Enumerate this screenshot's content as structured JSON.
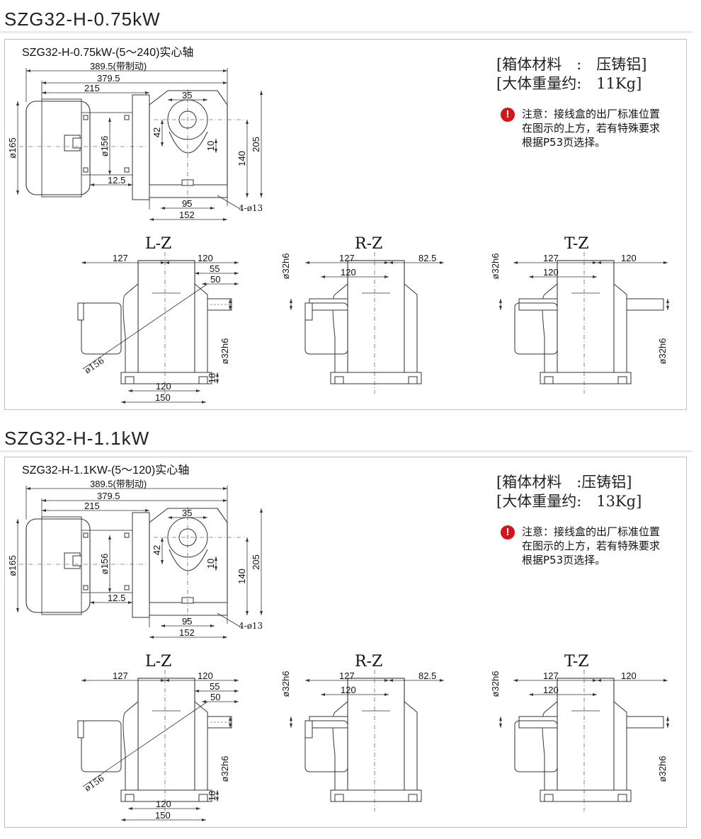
{
  "sections": [
    {
      "title": "SZG32-H-0.75kW",
      "drawing_title": "SZG32-H-0.75kW-(5～240)实心轴",
      "spec_material": "[箱体材料　:　压铸铝]",
      "spec_weight": "[大体重量约:　11Kg]",
      "note": "注意：接线盒的出厂标准位置在图示的上方，若有特殊要求根据P53页选择。",
      "dims_main": {
        "total_brake": "389.5(带制动)",
        "total": "379.5",
        "d215": "215",
        "d35": "35",
        "d42": "42",
        "d10": "10",
        "d140": "140",
        "d205": "205",
        "d165": "ø165",
        "d156": "ø156",
        "d12_5": "12.5",
        "d95": "95",
        "d152": "152",
        "holes": "4-ø13"
      },
      "views": {
        "lz": {
          "label": "L-Z",
          "d127": "127",
          "d120": "120",
          "d55": "55",
          "d50": "50",
          "d156": "ø156",
          "d32": "ø32h6",
          "d18": "18",
          "d120b": "120",
          "d150": "150"
        },
        "rz": {
          "label": "R-Z",
          "d127": "127",
          "d82": "82.5",
          "d120": "120",
          "d32": "ø32h6"
        },
        "tz": {
          "label": "T-Z",
          "d127": "127",
          "d120a": "120",
          "d120b": "120",
          "d32a": "ø32h6",
          "d32b": "ø32h6"
        }
      }
    },
    {
      "title": "SZG32-H-1.1kW",
      "drawing_title": "SZG32-H-1.1KW-(5～120)实心轴",
      "spec_material": "[箱体材料　:压铸铝]",
      "spec_weight": "[大体重量约:　13Kg]",
      "note": "注意：接线盒的出厂标准位置在图示的上方，若有特殊要求根据P53页选择。",
      "dims_main": {
        "total_brake": "389.5(带制动)",
        "total": "379.5",
        "d215": "215",
        "d35": "35",
        "d42": "42",
        "d10": "10",
        "d140": "140",
        "d205": "205",
        "d165": "ø165",
        "d156": "ø156",
        "d12_5": "12.5",
        "d95": "95",
        "d152": "152",
        "holes": "4-ø13"
      },
      "views": {
        "lz": {
          "label": "L-Z",
          "d127": "127",
          "d120": "120",
          "d55": "55",
          "d50": "50",
          "d156": "ø156",
          "d32": "ø32h6",
          "d18": "18",
          "d120b": "120",
          "d150": "150"
        },
        "rz": {
          "label": "R-Z",
          "d127": "127",
          "d82": "82.5",
          "d120": "120",
          "d32": "ø32h6"
        },
        "tz": {
          "label": "T-Z",
          "d127": "127",
          "d120a": "120",
          "d120b": "120",
          "d32a": "ø32h6",
          "d32b": "ø32h6"
        }
      }
    }
  ],
  "colors": {
    "warning": "#d4161c",
    "line": "#333333",
    "border": "#bdbdbd"
  },
  "icons": [
    "warning-icon"
  ]
}
